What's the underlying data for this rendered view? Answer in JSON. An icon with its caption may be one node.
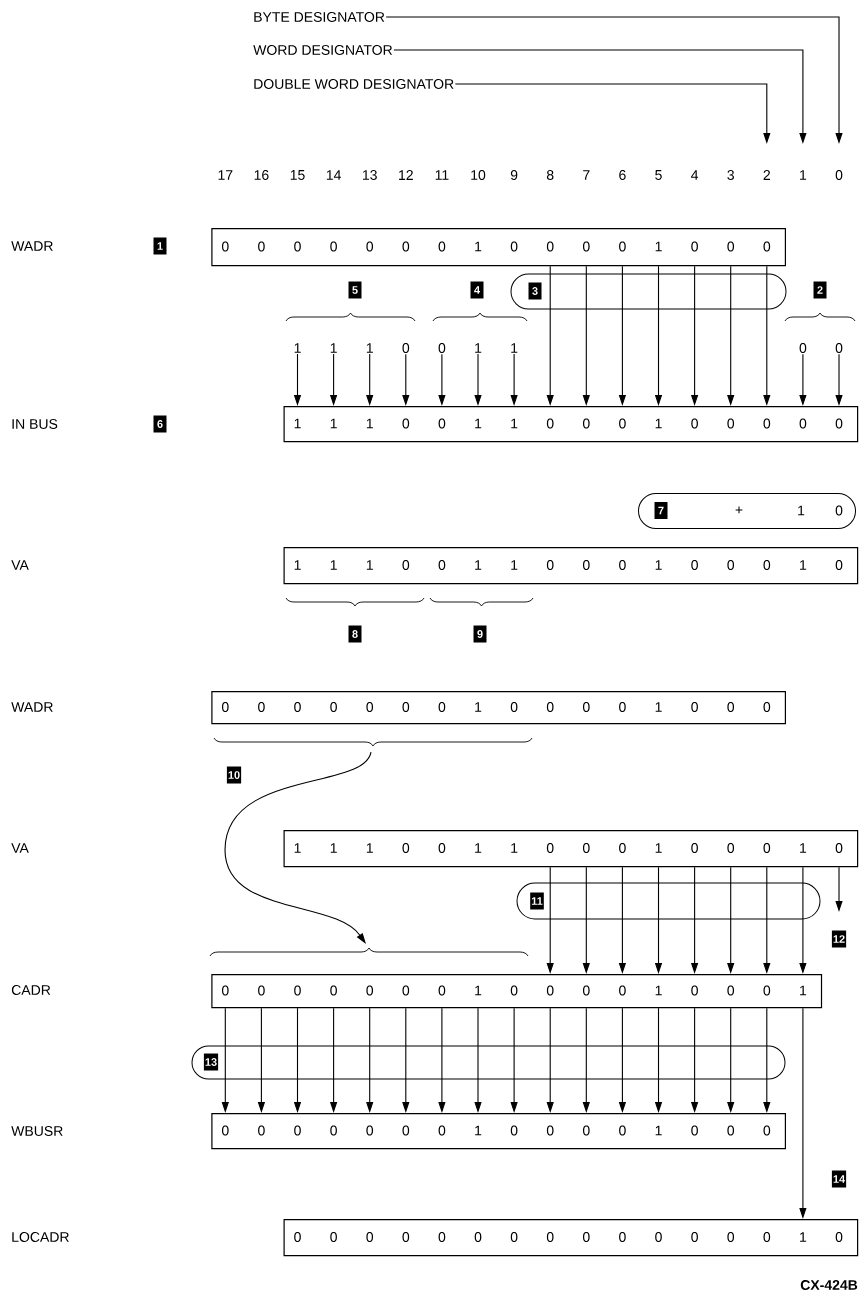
{
  "diagram": {
    "nodes": [
      {
        "text": [
          "BYTE DESIGNATOR"
        ]
      },
      {
        "text": [
          "WORD DESIGNATOR"
        ]
      },
      {
        "text": [
          "DOUBLE WORD DESIGNATOR"
        ]
      },
      {
        "text": [
          "0",
          "0",
          "0",
          "0",
          "0",
          "0",
          "0",
          "1",
          "0",
          "0",
          "0",
          "0",
          "1",
          "0",
          "0",
          "0"
        ]
      },
      {
        "text": [
          "1"
        ]
      },
      {
        "text": [
          "1"
        ]
      },
      {
        "text": [
          "1"
        ]
      },
      {
        "text": [
          "0"
        ]
      },
      {
        "text": [
          "0"
        ]
      },
      {
        "text": [
          "1"
        ]
      },
      {
        "text": [
          "1"
        ]
      },
      {
        "text": [
          "0"
        ]
      },
      {
        "text": [
          "0"
        ]
      },
      {
        "text": [
          "1",
          "1",
          "1",
          "0",
          "0",
          "1",
          "1",
          "0",
          "0",
          "0",
          "1",
          "0",
          "0",
          "0",
          "0",
          "0"
        ]
      },
      {
        "text": [
          "7",
          "+",
          "1",
          "0"
        ]
      },
      {
        "text": [
          "1",
          "1",
          "1",
          "0",
          "0",
          "1",
          "1",
          "0",
          "0",
          "0",
          "1",
          "0",
          "0",
          "0",
          "1",
          "0"
        ]
      },
      {
        "text": [
          "0",
          "0",
          "0",
          "0",
          "0",
          "0",
          "0",
          "1",
          "0",
          "0",
          "0",
          "0",
          "1",
          "0",
          "0",
          "0"
        ]
      },
      {
        "text": [
          "1",
          "1",
          "1",
          "0",
          "0",
          "1",
          "1",
          "0",
          "0",
          "0",
          "1",
          "0",
          "0",
          "0",
          "1",
          "0"
        ]
      },
      {
        "text": [
          "0",
          "0",
          "0",
          "0",
          "0",
          "0",
          "0",
          "1",
          "0",
          "0",
          "0",
          "0",
          "1",
          "0",
          "0",
          "0",
          "1"
        ]
      },
      {
        "text": [
          "0",
          "0",
          "0",
          "0",
          "0",
          "0",
          "0",
          "1",
          "0",
          "0",
          "0",
          "0",
          "1",
          "0",
          "0",
          "0"
        ]
      },
      {
        "text": [
          "0",
          "0",
          "0",
          "0",
          "0",
          "0",
          "0",
          "0",
          "0",
          "0",
          "0",
          "0",
          "0",
          "0",
          "1",
          "0"
        ]
      }
    ],
    "edges": [
      {
        "from": 0,
        "to": null,
        "arrow": "to"
      },
      {
        "from": 1,
        "to": null,
        "arrow": "to"
      },
      {
        "from": 2,
        "to": null,
        "arrow": "to"
      },
      {
        "from": 3,
        "to": 13,
        "arrow": "to"
      },
      {
        "from": 3,
        "to": 13,
        "arrow": "to"
      },
      {
        "from": 3,
        "to": 13,
        "arrow": "to"
      },
      {
        "from": 3,
        "to": 13,
        "arrow": "to"
      },
      {
        "from": 3,
        "to": 13,
        "arrow": "to"
      },
      {
        "from": 3,
        "to": 13,
        "arrow": "to"
      },
      {
        "from": 3,
        "to": 13,
        "arrow": "to"
      },
      {
        "from": 4,
        "to": 13,
        "arrow": "to"
      },
      {
        "from": 5,
        "to": 13,
        "arrow": "to"
      },
      {
        "from": 6,
        "to": 13,
        "arrow": "to"
      },
      {
        "from": 7,
        "to": 13,
        "arrow": "to"
      },
      {
        "from": 8,
        "to": 13,
        "arrow": "to"
      },
      {
        "from": 9,
        "to": 13,
        "arrow": "to"
      },
      {
        "from": 10,
        "to": 13,
        "arrow": "to"
      },
      {
        "from": 11,
        "to": 13,
        "arrow": "to"
      },
      {
        "from": 12,
        "to": 13,
        "arrow": "to"
      },
      {
        "from": 17,
        "to": 18,
        "arrow": "to"
      },
      {
        "from": 17,
        "to": 18,
        "arrow": "to"
      },
      {
        "from": 17,
        "to": 18,
        "arrow": "to"
      },
      {
        "from": 17,
        "to": 18,
        "arrow": "to"
      },
      {
        "from": 17,
        "to": 18,
        "arrow": "to"
      },
      {
        "from": 17,
        "to": 18,
        "arrow": "to"
      },
      {
        "from": 17,
        "to": 18,
        "arrow": "to"
      },
      {
        "from": 17,
        "to": 18,
        "arrow": "to"
      },
      {
        "from": 17,
        "to": null,
        "arrow": "to"
      },
      {
        "from": 16,
        "to": 18,
        "arrow": "to"
      },
      {
        "from": 18,
        "to": 19,
        "arrow": "to"
      },
      {
        "from": 18,
        "to": 19,
        "arrow": "to"
      },
      {
        "from": 18,
        "to": 19,
        "arrow": "to"
      },
      {
        "from": 18,
        "to": 19,
        "arrow": "to"
      },
      {
        "from": 18,
        "to": 19,
        "arrow": "to"
      },
      {
        "from": 18,
        "to": 19,
        "arrow": "to"
      },
      {
        "from": 18,
        "to": 19,
        "arrow": "to"
      },
      {
        "from": 18,
        "to": 19,
        "arrow": "to"
      },
      {
        "from": 18,
        "to": 19,
        "arrow": "to"
      },
      {
        "from": 18,
        "to": 19,
        "arrow": "to"
      },
      {
        "from": 18,
        "to": 19,
        "arrow": "to"
      },
      {
        "from": 18,
        "to": 19,
        "arrow": "to"
      },
      {
        "from": 18,
        "to": 19,
        "arrow": "to"
      },
      {
        "from": 18,
        "to": 19,
        "arrow": "to"
      },
      {
        "from": 18,
        "to": 19,
        "arrow": "to"
      },
      {
        "from": 18,
        "to": 19,
        "arrow": "to"
      },
      {
        "from": 18,
        "to": 20,
        "arrow": "to"
      }
    ],
    "labels": [
      "17",
      "16",
      "15",
      "14",
      "13",
      "12",
      "11",
      "10",
      "9",
      "8",
      "7",
      "6",
      "5",
      "4",
      "3",
      "2",
      "1",
      "0",
      "WADR",
      "1",
      "5",
      "4",
      "3",
      "2",
      "IN BUS",
      "6",
      "VA",
      "8",
      "9",
      "WADR",
      "10",
      "VA",
      "11",
      "12",
      "CADR",
      "13",
      "WBUSR",
      "14",
      "LOCADR",
      "CX-424B"
    ]
  }
}
